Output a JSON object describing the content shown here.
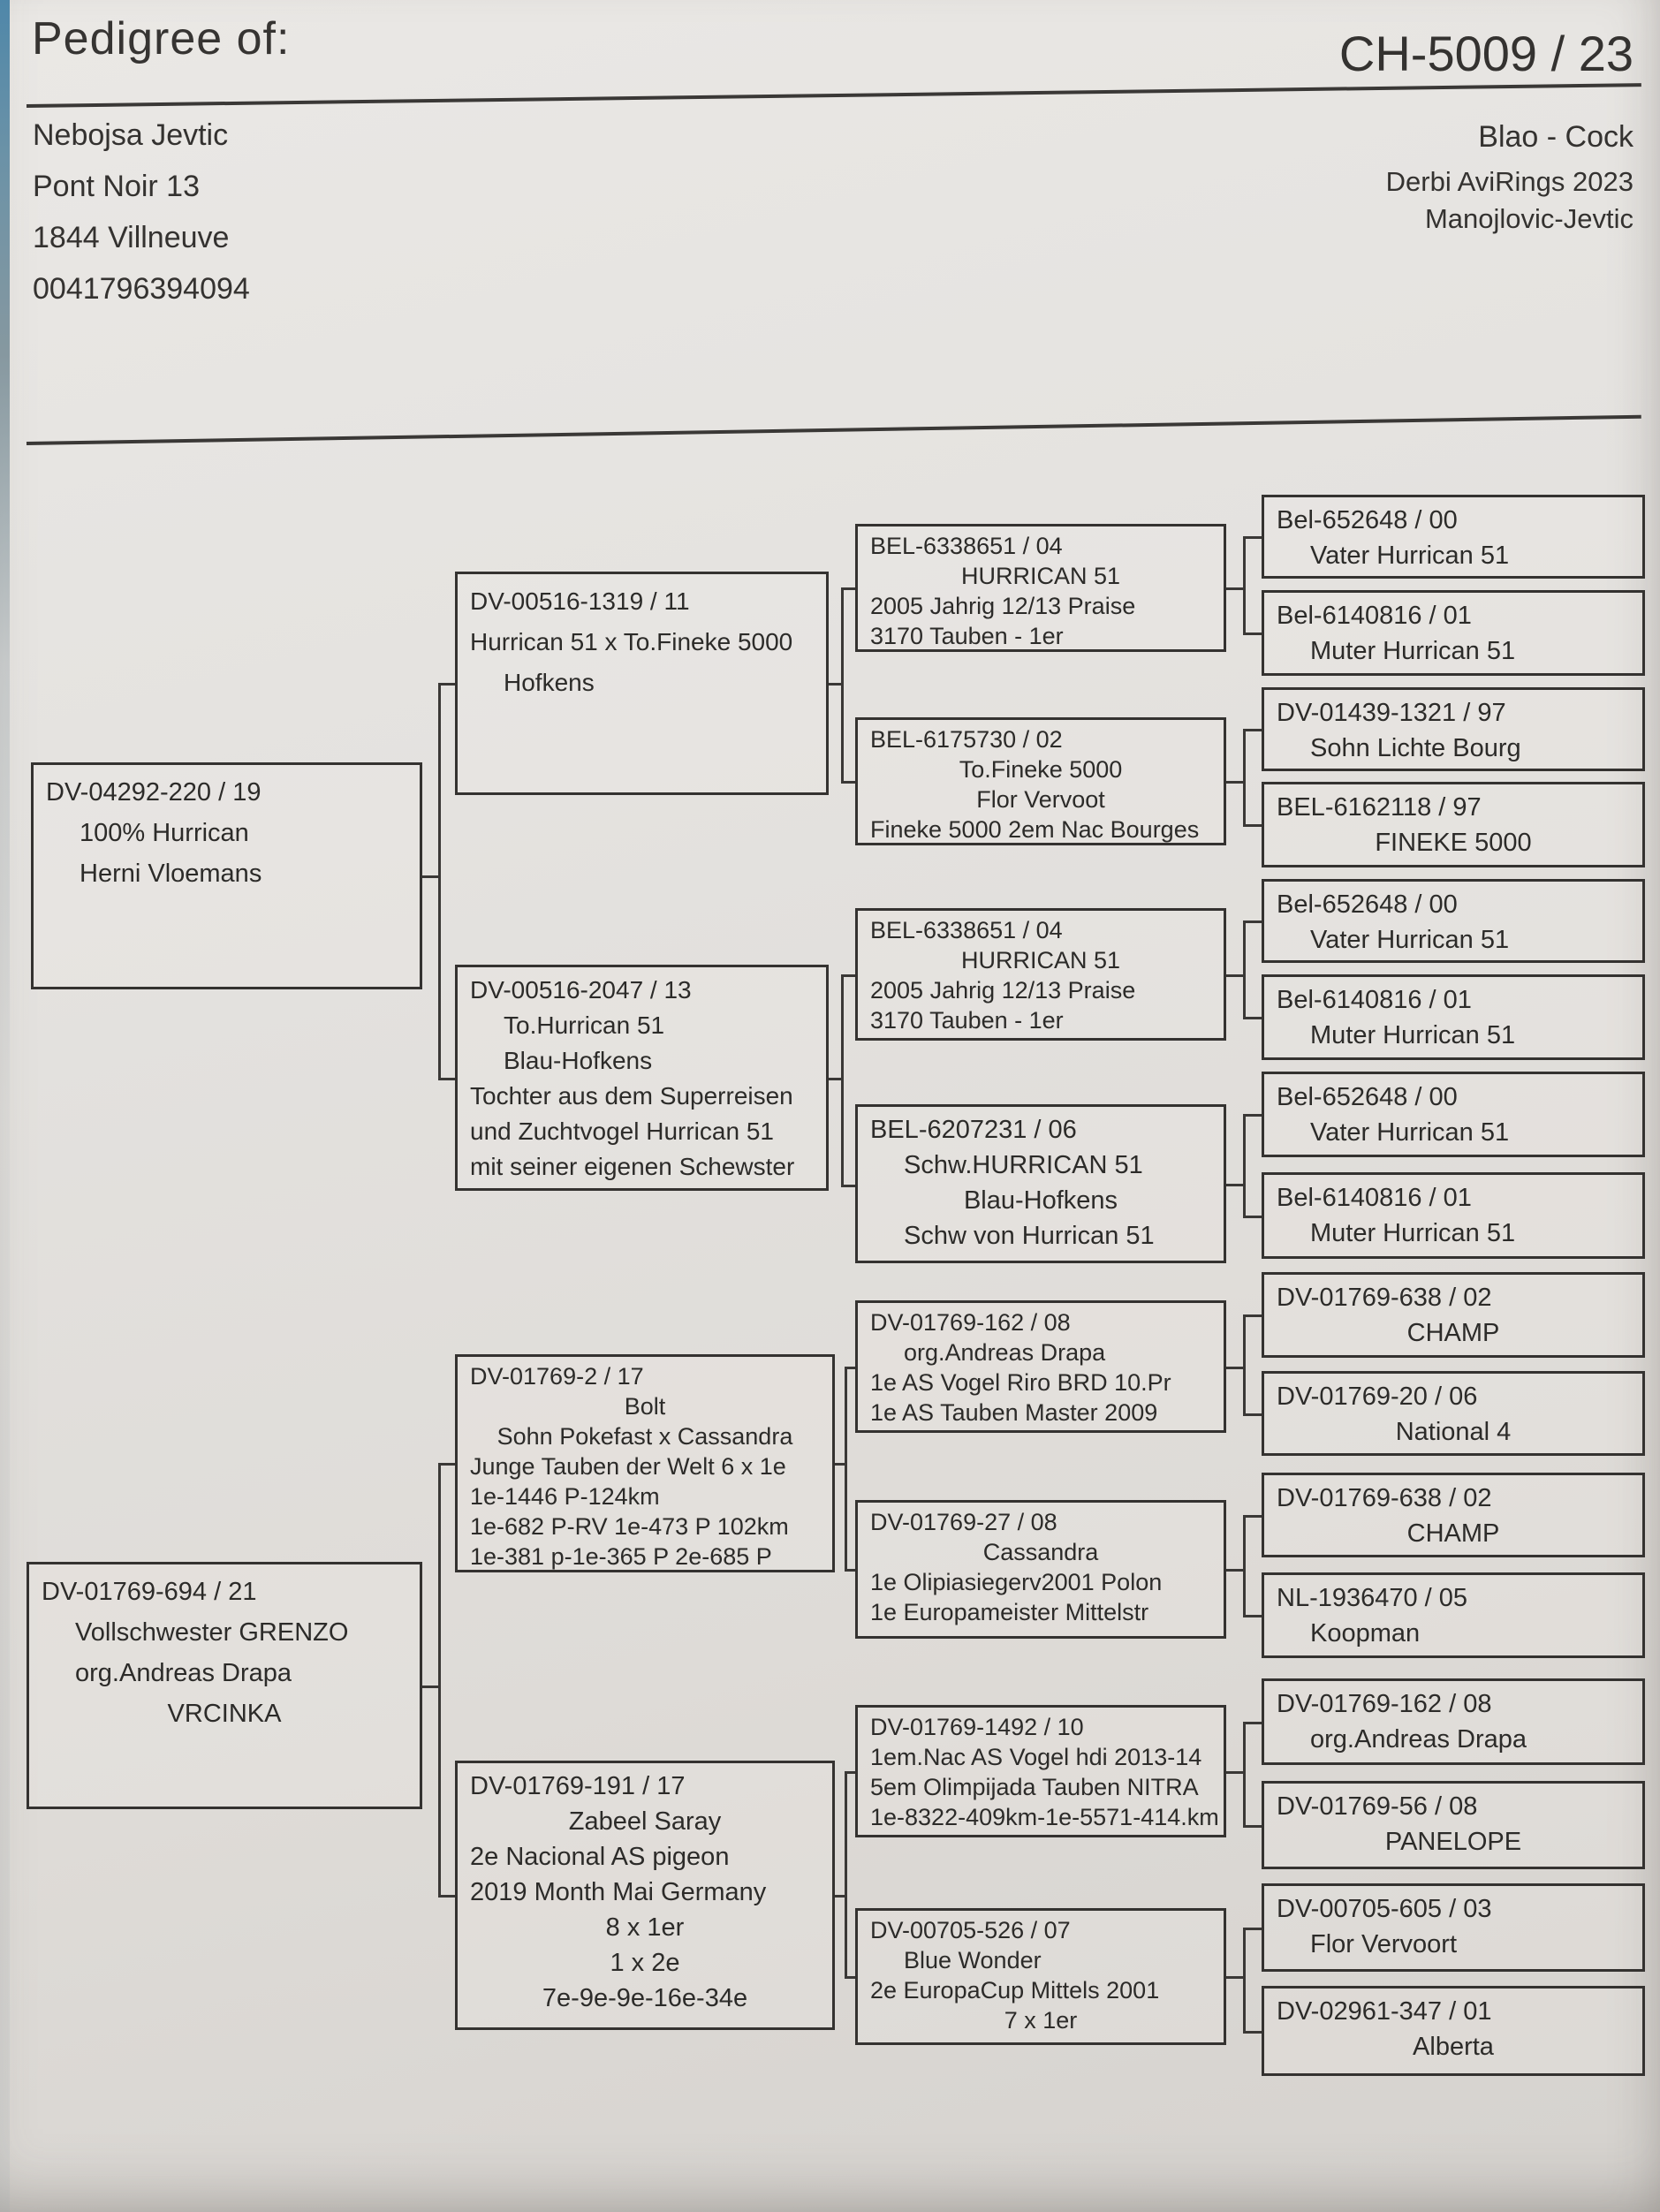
{
  "header": {
    "title": "Pedigree of:",
    "ring_number": "CH-5009 / 23",
    "owner": {
      "name": "Nebojsa Jevtic",
      "street": "Pont Noir 13",
      "city": "1844 Villneuve",
      "phone": "0041796394094"
    },
    "bird": {
      "color_sex": "Blao - Cock",
      "event": "Derbi AviRings 2023",
      "breeder": "Manojlovic-Jevtic"
    }
  },
  "tree": {
    "father": {
      "lines": [
        {
          "t": "DV-04292-220 / 19",
          "a": "l"
        },
        {
          "t": "100% Hurrican",
          "a": "i"
        },
        {
          "t": "Herni Vloemans",
          "a": "i"
        }
      ]
    },
    "mother": {
      "lines": [
        {
          "t": "DV-01769-694 / 21",
          "a": "l"
        },
        {
          "t": "Vollschwester GRENZO",
          "a": "i"
        },
        {
          "t": "org.Andreas Drapa",
          "a": "i"
        },
        {
          "t": "VRCINKA",
          "a": "c"
        }
      ]
    },
    "pgf": {
      "lines": [
        {
          "t": "DV-00516-1319 / 11",
          "a": "l"
        },
        {
          "t": "Hurrican 51 x To.Fineke 5000",
          "a": "l"
        },
        {
          "t": "Hofkens",
          "a": "i"
        }
      ]
    },
    "pgm": {
      "lines": [
        {
          "t": "DV-00516-2047 / 13",
          "a": "l"
        },
        {
          "t": "To.Hurrican 51",
          "a": "i"
        },
        {
          "t": "Blau-Hofkens",
          "a": "i"
        },
        {
          "t": "Tochter aus dem Superreisen",
          "a": "l"
        },
        {
          "t": "und Zuchtvogel Hurrican 51",
          "a": "l"
        },
        {
          "t": "mit seiner eigenen Schewster",
          "a": "l"
        }
      ]
    },
    "mgf": {
      "lines": [
        {
          "t": "DV-01769-2 / 17",
          "a": "l"
        },
        {
          "t": "Bolt",
          "a": "c"
        },
        {
          "t": "Sohn Pokefast x Cassandra",
          "a": "c"
        },
        {
          "t": "Junge Tauben der Welt 6 x 1e",
          "a": "l"
        },
        {
          "t": "1e-1446 P-124km",
          "a": "l"
        },
        {
          "t": "1e-682 P-RV 1e-473 P 102km",
          "a": "l"
        },
        {
          "t": "1e-381 p-1e-365 P 2e-685 P",
          "a": "l"
        }
      ]
    },
    "mgm": {
      "lines": [
        {
          "t": "DV-01769-191 / 17",
          "a": "l"
        },
        {
          "t": "Zabeel Saray",
          "a": "c"
        },
        {
          "t": "2e Nacional AS pigeon",
          "a": "l"
        },
        {
          "t": "2019 Month Mai Germany",
          "a": "l"
        },
        {
          "t": "8 x 1er",
          "a": "c"
        },
        {
          "t": "1 x 2e",
          "a": "c"
        },
        {
          "t": "7e-9e-9e-16e-34e",
          "a": "c"
        }
      ]
    },
    "g3_1": {
      "lines": [
        {
          "t": "BEL-6338651 / 04",
          "a": "l"
        },
        {
          "t": "HURRICAN 51",
          "a": "c"
        },
        {
          "t": "2005 Jahrig 12/13 Praise",
          "a": "l"
        },
        {
          "t": "3170 Tauben - 1er",
          "a": "l"
        }
      ]
    },
    "g3_2": {
      "lines": [
        {
          "t": "BEL-6175730 / 02",
          "a": "l"
        },
        {
          "t": "To.Fineke 5000",
          "a": "c"
        },
        {
          "t": "Flor Vervoot",
          "a": "c"
        },
        {
          "t": "Fineke 5000 2em Nac Bourges",
          "a": "l"
        }
      ]
    },
    "g3_3": {
      "lines": [
        {
          "t": "BEL-6338651 / 04",
          "a": "l"
        },
        {
          "t": "HURRICAN 51",
          "a": "c"
        },
        {
          "t": "2005 Jahrig 12/13 Praise",
          "a": "l"
        },
        {
          "t": "3170 Tauben - 1er",
          "a": "l"
        }
      ]
    },
    "g3_4": {
      "lines": [
        {
          "t": "BEL-6207231 / 06",
          "a": "l"
        },
        {
          "t": "Schw.HURRICAN 51",
          "a": "i"
        },
        {
          "t": "Blau-Hofkens",
          "a": "c"
        },
        {
          "t": "Schw von Hurrican 51",
          "a": "i"
        }
      ]
    },
    "g3_5": {
      "lines": [
        {
          "t": "DV-01769-162 / 08",
          "a": "l"
        },
        {
          "t": "org.Andreas Drapa",
          "a": "i"
        },
        {
          "t": "1e AS Vogel Riro BRD 10.Pr",
          "a": "l"
        },
        {
          "t": "1e AS Tauben Master 2009",
          "a": "l"
        }
      ]
    },
    "g3_6": {
      "lines": [
        {
          "t": "DV-01769-27 / 08",
          "a": "l"
        },
        {
          "t": "Cassandra",
          "a": "c"
        },
        {
          "t": "1e Olipiasiegerv2001 Polon",
          "a": "l"
        },
        {
          "t": "1e Europameister Mittelstr",
          "a": "l"
        }
      ]
    },
    "g3_7": {
      "lines": [
        {
          "t": "DV-01769-1492 / 10",
          "a": "l"
        },
        {
          "t": "1em.Nac AS Vogel hdi 2013-14",
          "a": "l"
        },
        {
          "t": "5em Olimpijada Tauben NITRA",
          "a": "l"
        },
        {
          "t": "1e-8322-409km-1e-5571-414.km",
          "a": "l"
        }
      ]
    },
    "g3_8": {
      "lines": [
        {
          "t": "DV-00705-526 / 07",
          "a": "l"
        },
        {
          "t": "Blue Wonder",
          "a": "i"
        },
        {
          "t": "2e EuropaCup Mittels 2001",
          "a": "l"
        },
        {
          "t": "7 x 1er",
          "a": "c"
        }
      ]
    },
    "g4_1": {
      "lines": [
        {
          "t": "Bel-652648 / 00",
          "a": "l"
        },
        {
          "t": "Vater Hurrican 51",
          "a": "i"
        }
      ]
    },
    "g4_2": {
      "lines": [
        {
          "t": "Bel-6140816 / 01",
          "a": "l"
        },
        {
          "t": "Muter Hurrican 51",
          "a": "i"
        }
      ]
    },
    "g4_3": {
      "lines": [
        {
          "t": "DV-01439-1321 / 97",
          "a": "l"
        },
        {
          "t": "Sohn Lichte Bourg",
          "a": "i"
        }
      ]
    },
    "g4_4": {
      "lines": [
        {
          "t": "BEL-6162118 / 97",
          "a": "l"
        },
        {
          "t": "FINEKE 5000",
          "a": "c"
        }
      ]
    },
    "g4_5": {
      "lines": [
        {
          "t": "Bel-652648 / 00",
          "a": "l"
        },
        {
          "t": "Vater Hurrican 51",
          "a": "i"
        }
      ]
    },
    "g4_6": {
      "lines": [
        {
          "t": "Bel-6140816 / 01",
          "a": "l"
        },
        {
          "t": "Muter Hurrican 51",
          "a": "i"
        }
      ]
    },
    "g4_7": {
      "lines": [
        {
          "t": "Bel-652648 / 00",
          "a": "l"
        },
        {
          "t": "Vater Hurrican 51",
          "a": "i"
        }
      ]
    },
    "g4_8": {
      "lines": [
        {
          "t": "Bel-6140816 / 01",
          "a": "l"
        },
        {
          "t": "Muter Hurrican 51",
          "a": "i"
        }
      ]
    },
    "g4_9": {
      "lines": [
        {
          "t": "DV-01769-638 / 02",
          "a": "l"
        },
        {
          "t": "CHAMP",
          "a": "c"
        }
      ]
    },
    "g4_10": {
      "lines": [
        {
          "t": "DV-01769-20 / 06",
          "a": "l"
        },
        {
          "t": "National 4",
          "a": "c"
        }
      ]
    },
    "g4_11": {
      "lines": [
        {
          "t": "DV-01769-638 / 02",
          "a": "l"
        },
        {
          "t": "CHAMP",
          "a": "c"
        }
      ]
    },
    "g4_12": {
      "lines": [
        {
          "t": "NL-1936470 / 05",
          "a": "l"
        },
        {
          "t": "Koopman",
          "a": "i"
        }
      ]
    },
    "g4_13": {
      "lines": [
        {
          "t": "DV-01769-162 / 08",
          "a": "l"
        },
        {
          "t": "org.Andreas Drapa",
          "a": "i"
        }
      ]
    },
    "g4_14": {
      "lines": [
        {
          "t": "DV-01769-56 / 08",
          "a": "l"
        },
        {
          "t": "PANELOPE",
          "a": "c"
        }
      ]
    },
    "g4_15": {
      "lines": [
        {
          "t": "DV-00705-605 / 03",
          "a": "l"
        },
        {
          "t": "Flor Vervoort",
          "a": "i"
        }
      ]
    },
    "g4_16": {
      "lines": [
        {
          "t": "DV-02961-347 / 01",
          "a": "l"
        },
        {
          "t": "Alberta",
          "a": "c"
        }
      ]
    }
  }
}
